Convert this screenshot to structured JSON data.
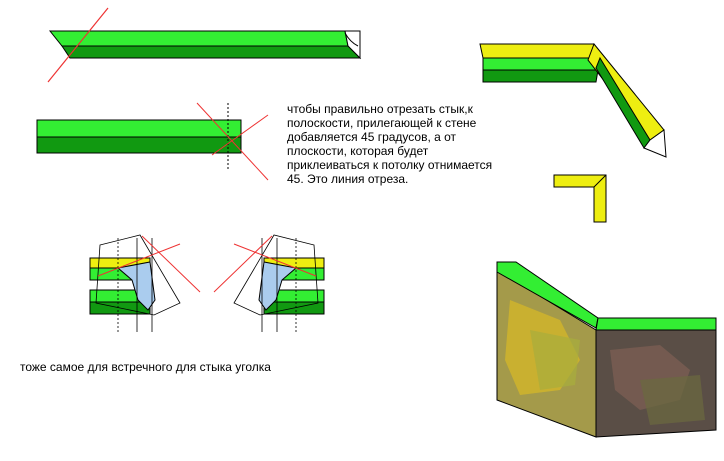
{
  "instructions": {
    "lines": [
      "чтобы правильно отрезать стык,к",
      "полоскости, прилегающей к стене",
      "добавляется 45 градусов, а от",
      "плоскости, которая будет",
      "приклеиваться к потолку отнимается",
      "45. Это линия отреза."
    ]
  },
  "note": "тоже самое для встречного для стыка уголка",
  "colors": {
    "green_light": "#33ee33",
    "green_dark": "#119911",
    "yellow": "#eeee11",
    "cut_line": "#ee3333",
    "profile_blue": "#aaccee",
    "guide": "#000000"
  }
}
